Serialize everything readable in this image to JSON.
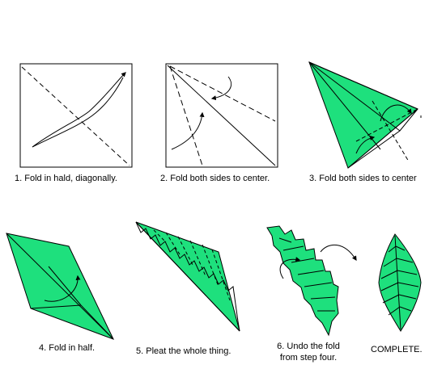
{
  "colors": {
    "paper": "#1ee07d",
    "line": "#000000",
    "background": "#ffffff"
  },
  "steps": [
    {
      "caption": "1. Fold in hald, diagonally."
    },
    {
      "caption": "2. Fold both sides to center."
    },
    {
      "caption": "3. Fold both sides to center"
    },
    {
      "caption": "4. Fold in half."
    },
    {
      "caption": "5. Pleat the whole thing."
    },
    {
      "caption_line1": "6. Undo the fold",
      "caption_line2": "from step four."
    },
    {
      "caption": "COMPLETE."
    }
  ]
}
